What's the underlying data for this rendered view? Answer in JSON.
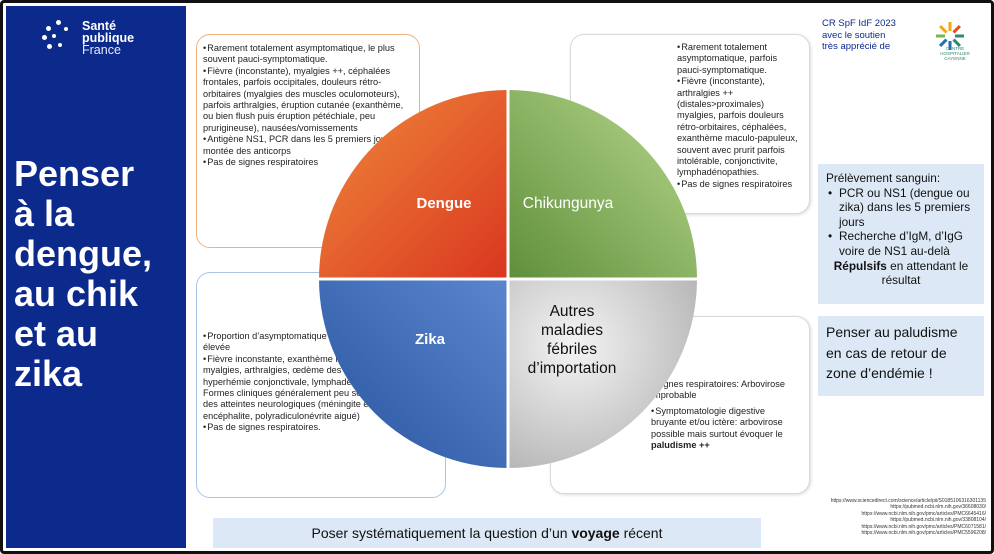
{
  "logo": {
    "line1": "Santé",
    "line2": "publique",
    "line3": "France"
  },
  "title_lines": [
    "Penser",
    "à la",
    "dengue,",
    "au chik",
    "et au",
    "zika"
  ],
  "pie_labels": {
    "dengue": "Dengue",
    "chikungunya": "Chikungunya",
    "zika": "Zika",
    "autres": [
      "Autres",
      "maladies",
      "fébriles",
      "d’importation"
    ]
  },
  "colors": {
    "panel_blue": "#0b2a8c",
    "dengue": "#e1542a",
    "chikungunya": "#7fa84a",
    "zika": "#3c66b8",
    "autres": "#d6d6d6",
    "box_bg": "#dce8f5"
  },
  "dengue_callout": [
    "Rarement totalement asymptomatique, le plus souvent pauci-symptomatique.",
    "Fièvre (inconstante), myalgies ++, céphalées frontales, parfois occipitales, douleurs rétro-orbitaires (myalgies des muscles oculomoteurs), parfois arthralgies, éruption cutanée (exanthème, ou bien flush puis éruption pétéchiale, peu prurigineuse), nausées/vomissements",
    "Antigène NS1, PCR dans les 5 premiers jours, montée des anticorps",
    "Pas de signes respiratoires"
  ],
  "chik_callout": [
    "Rarement totalement asymptomatique, parfois pauci-symptomatique.",
    "Fièvre (inconstante), arthralgies ++ (distales>proximales) myalgies, parfois douleurs rétro-orbitaires, céphalées, exanthème maculo-papuleux, souvent avec prurit parfois intolérable, conjonctivite, lymphadénopathies.",
    "Pas de signes respiratoires"
  ],
  "zika_callout": [
    {
      "text": "Proportion d’asymptomatique mal connue, considérée élevée",
      "bullet": true
    },
    {
      "text": "Fièvre inconstante, exanthème maculo-papuleux, myalgies, arthralgies, œdème des membres, hyperhémie conjonctivale, lymphadénopathie.",
      "bullet": true
    },
    {
      "text": "Formes cliniques généralement peu sévères en dehors des atteintes neurologiques (méningite et méningo-encéphalite, polyradiculonévrite aigué)",
      "bullet": false
    },
    {
      "text": "Pas de signes respiratoires.",
      "bullet": true
    }
  ],
  "autres_callout": {
    "item1": "Signes respiratoires: Arbovirose improbable",
    "item2_text": "Symptomatologie digestive bruyante et/ou ictère: arbovirose possible mais surtout évoquer le",
    "item2_bold": "paludisme ++"
  },
  "cr_text": [
    "CR SpF IdF 2023",
    "avec le soutien",
    "très apprécié de"
  ],
  "chc_logo_text": "CENTRE HOSPITALIER CAYENNE",
  "prelevement": {
    "heading": "Prélèvement sanguin:",
    "items": [
      "PCR ou NS1 (dengue ou zika) dans les 5 premiers jours",
      "Recherche d’IgM, d’IgG voire de NS1 au-delà"
    ],
    "repulsifs_bold": "Répulsifs",
    "repulsifs_rest": " en attendant le résultat"
  },
  "paludisme_box": "Penser au paludisme en cas de retour de zone d’endémie !",
  "bottom": {
    "prefix": "Poser systématiquement la question d’un ",
    "bold": "voyage",
    "suffix": " récent"
  },
  "references": [
    "https://www.sciencedirect.com/science/article/pii/S0185106316301135",
    "https://pubmed.ncbi.nlm.nih.gov/36608030/",
    "https://www.ncbi.nlm.nih.gov/pmc/articles/PMC6645416/",
    "https://pubmed.ncbi.nlm.nih.gov/33808104/",
    "https://www.ncbi.nlm.nih.gov/pmc/articles/PMC6071581/",
    "https://www.ncbi.nlm.nih.gov/pmc/articles/PMC5596208/"
  ]
}
